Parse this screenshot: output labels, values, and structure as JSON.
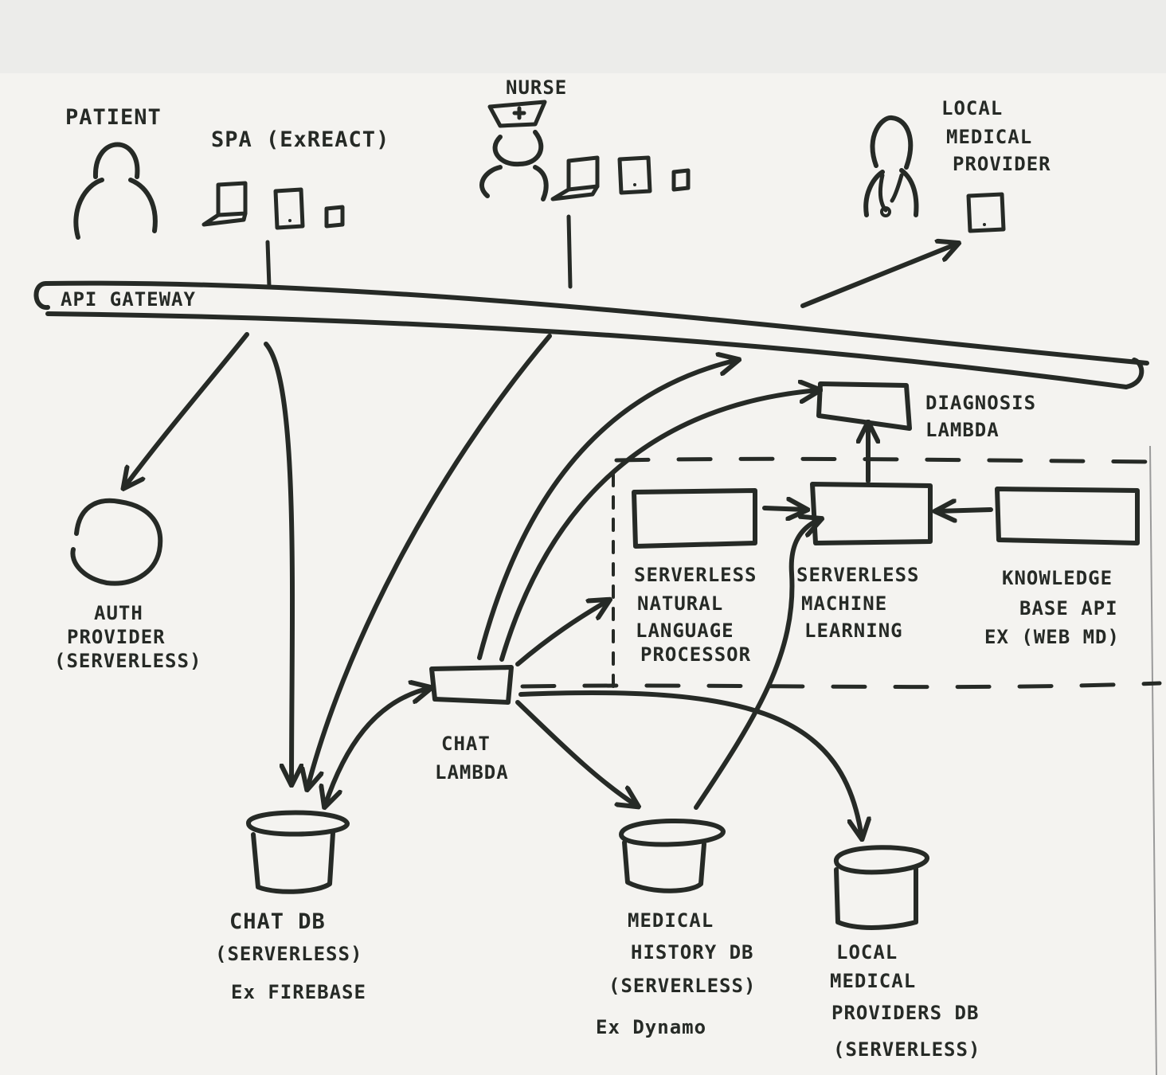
{
  "diagram": {
    "actors": {
      "patient": "PATIENT",
      "nurse": "NURSE",
      "local_medical_provider": [
        "LOCAL",
        "MEDICAL",
        "PROVIDER"
      ]
    },
    "spa_label": "SPA (ExREACT)",
    "api_gateway_label": "API GATEWAY",
    "nodes": {
      "auth_provider": [
        "AUTH",
        "PROVIDER",
        "(SERVERLESS)"
      ],
      "diagnosis_lambda": [
        "DIAGNOSIS",
        "LAMBDA"
      ],
      "nlp": [
        "SERVERLESS",
        "NATURAL",
        "LANGUAGE",
        "PROCESSOR"
      ],
      "ml": [
        "SERVERLESS",
        "MACHINE",
        "LEARNING"
      ],
      "knowledge_base": [
        "KNOWLEDGE",
        "BASE API",
        "EX (WEB MD)"
      ],
      "chat_lambda": [
        "CHAT",
        "LAMBDA"
      ],
      "chat_db": [
        "CHAT DB",
        "(SERVERLESS)",
        "Ex FIREBASE"
      ],
      "medical_history_db": [
        "MEDICAL",
        "HISTORY DB",
        "(SERVERLESS)",
        "Ex Dynamo"
      ],
      "local_providers_db": [
        "LOCAL",
        "MEDICAL",
        "PROVIDERS DB",
        "(SERVERLESS)"
      ]
    },
    "colors": {
      "ink": "#262a26",
      "paper": "#f4f3f0"
    }
  }
}
